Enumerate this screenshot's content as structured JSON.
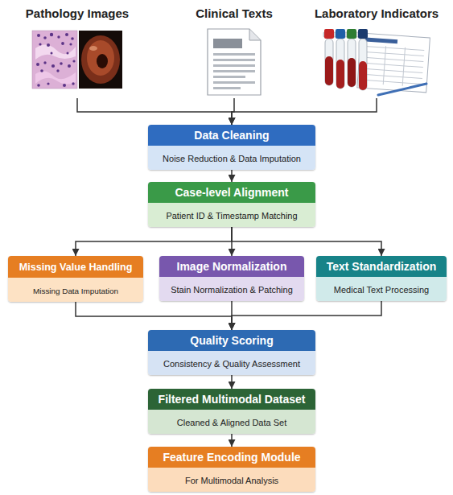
{
  "diagram": {
    "nodes": [
      {
        "text": [
          "Pathology Images"
        ]
      },
      {
        "text": [
          "Clinical Texts"
        ]
      },
      {
        "text": [
          "Laboratory Indicators"
        ]
      },
      {
        "text": [
          "Data Cleaning",
          "Noise Reduction & Data Imputation"
        ]
      },
      {
        "text": [
          "Case-level Alignment",
          "Patient ID & Timestamp Matching"
        ]
      },
      {
        "text": [
          "Missing Value Handling",
          "Missing Data Imputation"
        ]
      },
      {
        "text": [
          "Image Normalization",
          "Stain Normalization & Patching"
        ]
      },
      {
        "text": [
          "Text Standardization",
          "Medical Text Processing"
        ]
      },
      {
        "text": [
          "Quality Scoring",
          "Consistency & Quality Assessment"
        ]
      },
      {
        "text": [
          "Filtered Multimodal Dataset",
          "Cleaned & Aligned Data Set"
        ]
      },
      {
        "text": [
          "Feature Encoding Module",
          "For Multimodal Analysis"
        ]
      }
    ],
    "edges": [
      {
        "from": 0,
        "to": 3,
        "arrow": "to"
      },
      {
        "from": 1,
        "to": 3,
        "arrow": "to"
      },
      {
        "from": 2,
        "to": 3,
        "arrow": "to"
      },
      {
        "from": 3,
        "to": 4,
        "arrow": "to"
      },
      {
        "from": 4,
        "to": 5,
        "arrow": "to"
      },
      {
        "from": 4,
        "to": 6,
        "arrow": "to"
      },
      {
        "from": 4,
        "to": 7,
        "arrow": "to"
      },
      {
        "from": 5,
        "to": 8,
        "arrow": "to"
      },
      {
        "from": 6,
        "to": 8,
        "arrow": "to"
      },
      {
        "from": 7,
        "to": 8,
        "arrow": "to"
      },
      {
        "from": 8,
        "to": 9,
        "arrow": "to"
      },
      {
        "from": 9,
        "to": 10,
        "arrow": "to"
      }
    ]
  }
}
